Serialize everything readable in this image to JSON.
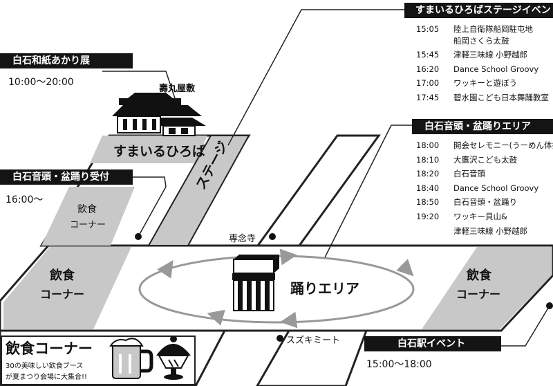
{
  "venues": {
    "washi": {
      "title": "白石和紙あかり展",
      "hours": "10:00〜20:00"
    },
    "reception": {
      "title": "白石音頭・盆踊り受付",
      "time": "16:00〜"
    },
    "station_event": {
      "title": "白石駅イベント",
      "hours": "15:00〜18:00"
    }
  },
  "stage": {
    "title": "すまいるひろばステージイベント",
    "schedule": [
      {
        "time": "15:05",
        "event": "陸上自衛隊船岡駐屯地"
      },
      {
        "time": "",
        "event": "船岡さくら太鼓"
      },
      {
        "time": "15:45",
        "event": "津軽三味線 小野越郎"
      },
      {
        "time": "16:20",
        "event": "Dance School Groovy"
      },
      {
        "time": "17:00",
        "event": "ワッキーと遊ぼう"
      },
      {
        "time": "17:45",
        "event": "碧水園こども日本舞踊教室"
      }
    ]
  },
  "dance_area": {
    "title": "白石音頭・盆踊りエリア",
    "schedule": [
      {
        "time": "18:00",
        "event": "開会セレモニー(うーめん体操)"
      },
      {
        "time": "18:10",
        "event": "大鷹沢こども太鼓"
      },
      {
        "time": "18:20",
        "event": "白石音頭"
      },
      {
        "time": "18:40",
        "event": "Dance School Groovy"
      },
      {
        "time": "18:50",
        "event": "白石音頭・盆踊り"
      },
      {
        "time": "19:20",
        "event": "ワッキー貝山&"
      },
      {
        "time": "",
        "event": "津軽三味線 小野越郎"
      }
    ]
  },
  "map_labels": {
    "kotobukimaru": "壽丸屋敷",
    "sumairu": "すまいるひろば",
    "stage": "ステージ",
    "food_small_1": "飲食",
    "food_small_2": "コーナー",
    "food_left_1": "飲食",
    "food_left_2": "コーナー",
    "food_right_1": "飲食",
    "food_right_2": "コーナー",
    "dance_area": "踊りエリア",
    "sennenji": "専念寺",
    "suzuki_meat": "スズキミート"
  },
  "promo": {
    "title": "飲食コーナー",
    "line1": "30の美味しい飲食ブース",
    "line2": "が夏まつり会場に大集合!!"
  }
}
